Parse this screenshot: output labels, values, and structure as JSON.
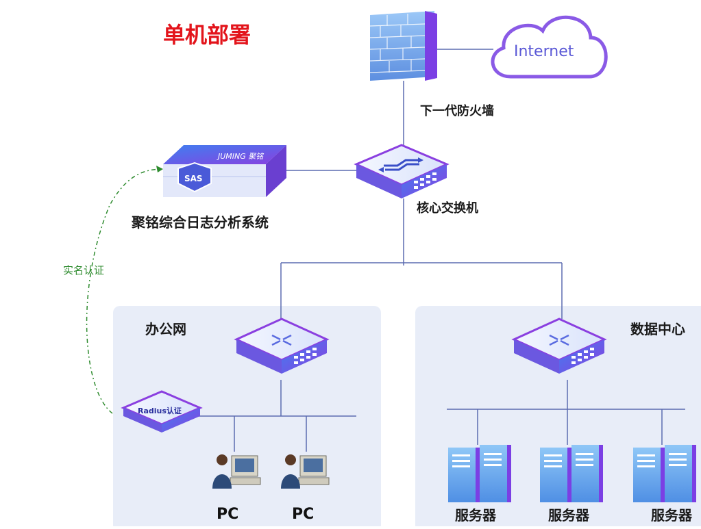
{
  "title": "单机部署",
  "firewall": {
    "label": "下一代防火墙"
  },
  "internet": {
    "label": "Internet"
  },
  "core_switch": {
    "label": "核心交换机"
  },
  "log_system": {
    "label": "聚铭综合日志分析系统",
    "badge": "SAS",
    "brand": "JUMING 聚铭"
  },
  "auth_link": {
    "label": "实名认证"
  },
  "office_zone": {
    "label": "办公网"
  },
  "radius": {
    "label": "Radius认证"
  },
  "data_center": {
    "label": "数据中心"
  },
  "pcs": [
    {
      "label": "PC"
    },
    {
      "label": "PC"
    }
  ],
  "servers": [
    {
      "label": "服务器"
    },
    {
      "label": "服务器"
    },
    {
      "label": "服务器"
    }
  ],
  "colors": {
    "title": "#e3141b",
    "accent_purple": "#7b3fe4",
    "accent_blue": "#3f8fe8",
    "zone_bg": "#e8edf8",
    "auth_green": "#2e8b2e"
  }
}
